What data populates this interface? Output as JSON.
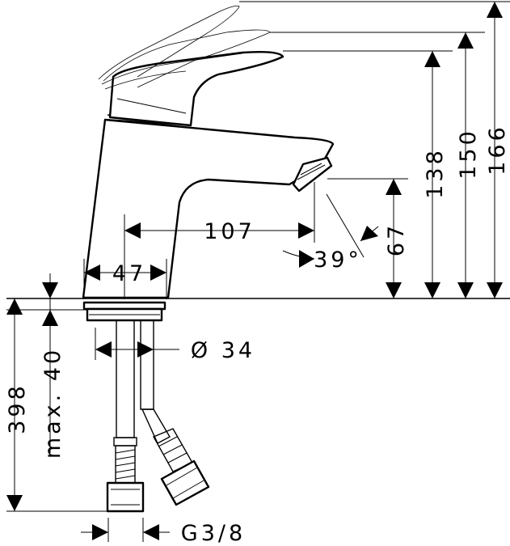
{
  "dimensions": {
    "height_166": "166",
    "height_150": "150",
    "height_138": "138",
    "spout_reach": "107",
    "spout_height": "67",
    "body_width": "47",
    "angle": "39°",
    "shank_diameter": "Ø 34",
    "under_counter": "398",
    "max_counter": "max. 40",
    "connection_thread": "G3/8"
  }
}
